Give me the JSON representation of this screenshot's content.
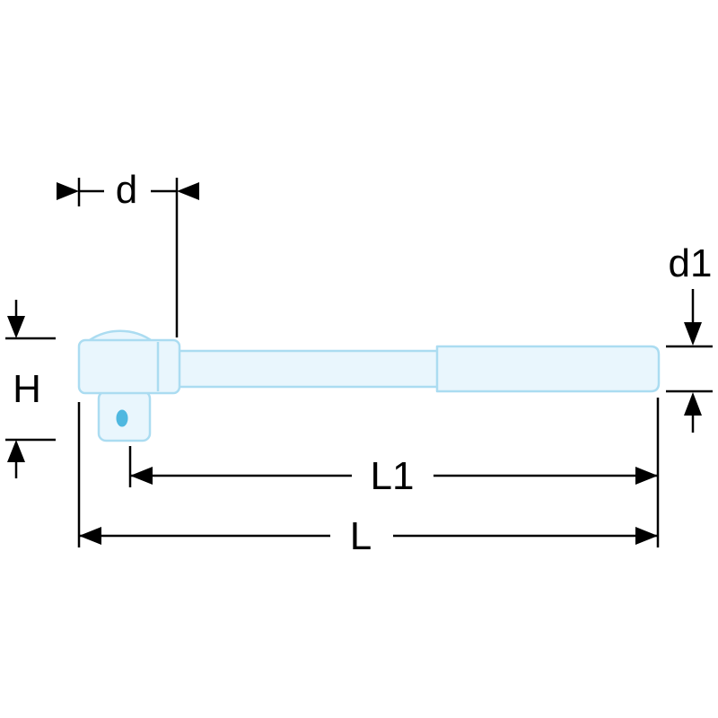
{
  "diagram": {
    "labels": {
      "d": "d",
      "d1": "d1",
      "H": "H",
      "L1": "L1",
      "L": "L"
    },
    "colors": {
      "background": "#ffffff",
      "tool_fill": "#e9f6fd",
      "tool_stroke": "#abdcf1",
      "hole_fill": "#4fb8e0",
      "dimension": "#000000"
    }
  }
}
